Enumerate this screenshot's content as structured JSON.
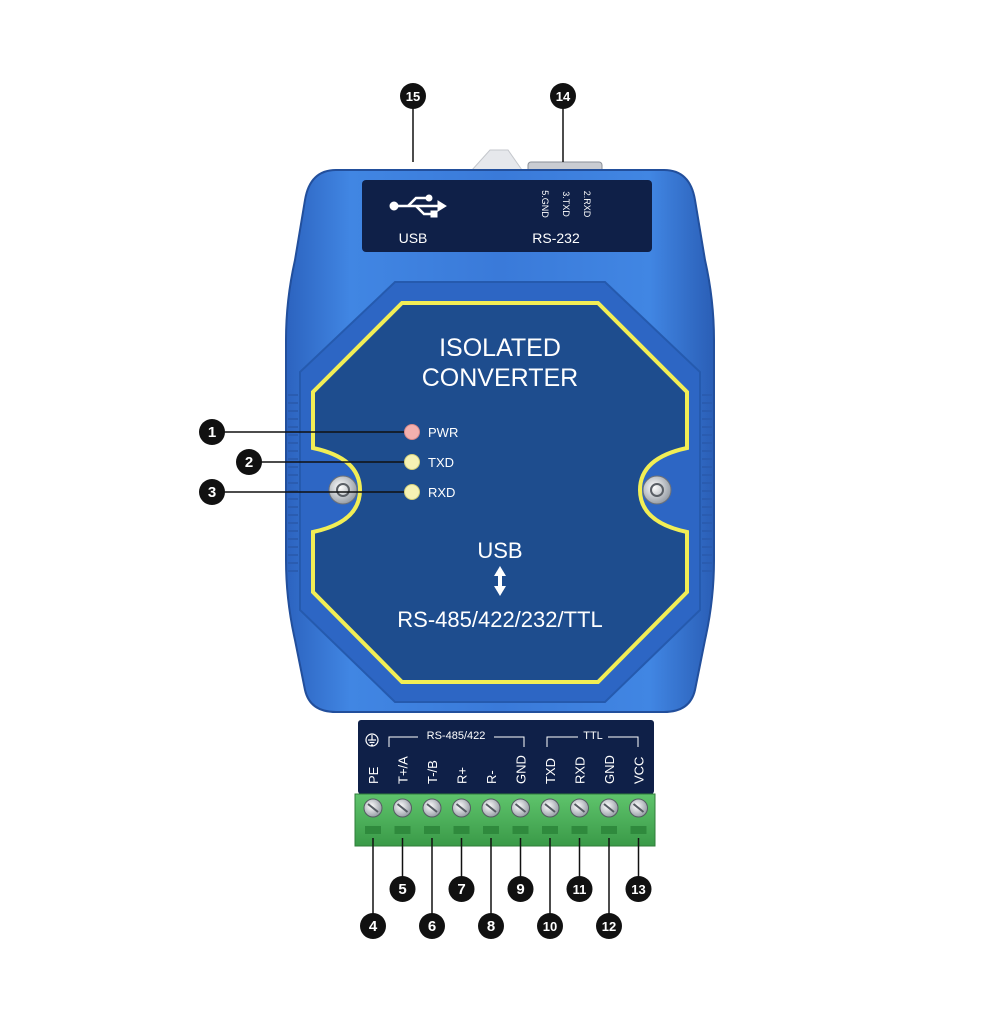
{
  "device": {
    "top_panel": {
      "usb_label": "USB",
      "rs232_label": "RS-232",
      "rs232_pins": [
        "2.RXD",
        "3.TXD",
        "5.GND"
      ]
    },
    "front": {
      "title_line1": "ISOLATED",
      "title_line2": "CONVERTER",
      "leds": [
        {
          "label": "PWR",
          "color": "#f4b0ae"
        },
        {
          "label": "TXD",
          "color": "#f6f2b4"
        },
        {
          "label": "RXD",
          "color": "#f6f2b4"
        }
      ],
      "conversion_from": "USB",
      "conversion_to": "RS-485/422/232/TTL"
    },
    "terminal_groups": {
      "rs485_422": "RS-485/422",
      "ttl": "TTL"
    },
    "terminals": [
      "PE",
      "T+/A",
      "T-/B",
      "R+",
      "R-",
      "GND",
      "TXD",
      "RXD",
      "GND",
      "VCC"
    ]
  },
  "callouts": {
    "leds": [
      "1",
      "2",
      "3"
    ],
    "terminals": [
      "4",
      "5",
      "6",
      "7",
      "8",
      "9",
      "10",
      "11",
      "12",
      "13"
    ],
    "rs232_port": "14",
    "usb_port": "15"
  },
  "colors": {
    "housing": "#3a78d8",
    "panel": "#1e4d8e",
    "outline": "#f2ee55",
    "label_band": "#0f2048",
    "terminal_block": "#4db35c",
    "callout": "#111111"
  }
}
